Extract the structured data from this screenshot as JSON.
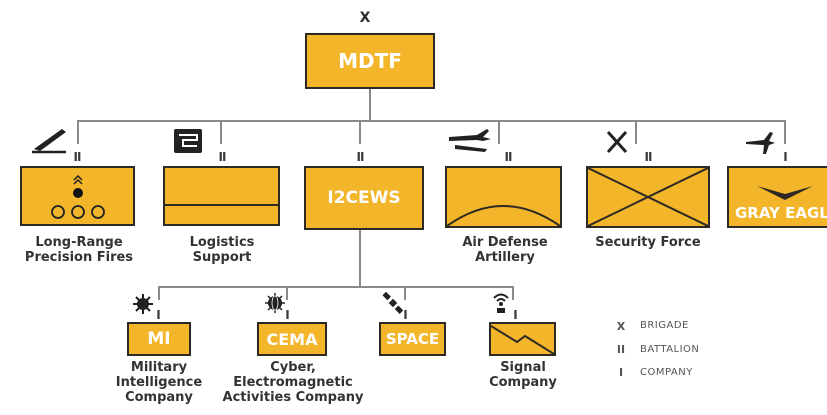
{
  "hq": {
    "echelon": "X",
    "label": "MDTF"
  },
  "battalions": [
    {
      "echelon": "II",
      "caption": "Long-Range\nPrecision Fires",
      "box_text": ""
    },
    {
      "echelon": "II",
      "caption": "Logistics\nSupport",
      "box_text": ""
    },
    {
      "echelon": "II",
      "caption": "",
      "box_text": "I2CEWS"
    },
    {
      "echelon": "II",
      "caption": "Air Defense\nArtillery",
      "box_text": ""
    },
    {
      "echelon": "II",
      "caption": "Security Force",
      "box_text": ""
    },
    {
      "echelon": "I",
      "caption": "",
      "box_text": "GRAY EAGLE"
    }
  ],
  "companies": [
    {
      "echelon": "I",
      "box_text": "MI",
      "caption": "Military\nIntelligence\nCompany"
    },
    {
      "echelon": "I",
      "box_text": "CEMA",
      "caption": "Cyber,\nElectromagnetic\nActivities Company"
    },
    {
      "echelon": "I",
      "box_text": "SPACE",
      "caption": ""
    },
    {
      "echelon": "I",
      "box_text": "",
      "caption": "Signal\nCompany"
    }
  ],
  "legend": [
    {
      "symbol": "X",
      "label": "BRIGADE"
    },
    {
      "symbol": "II",
      "label": "BATTALION"
    },
    {
      "symbol": "I",
      "label": "COMPANY"
    }
  ],
  "colors": {
    "unit_fill": "#f3b52a",
    "outline": "#2e2a23",
    "connector": "#8a8a8a"
  }
}
